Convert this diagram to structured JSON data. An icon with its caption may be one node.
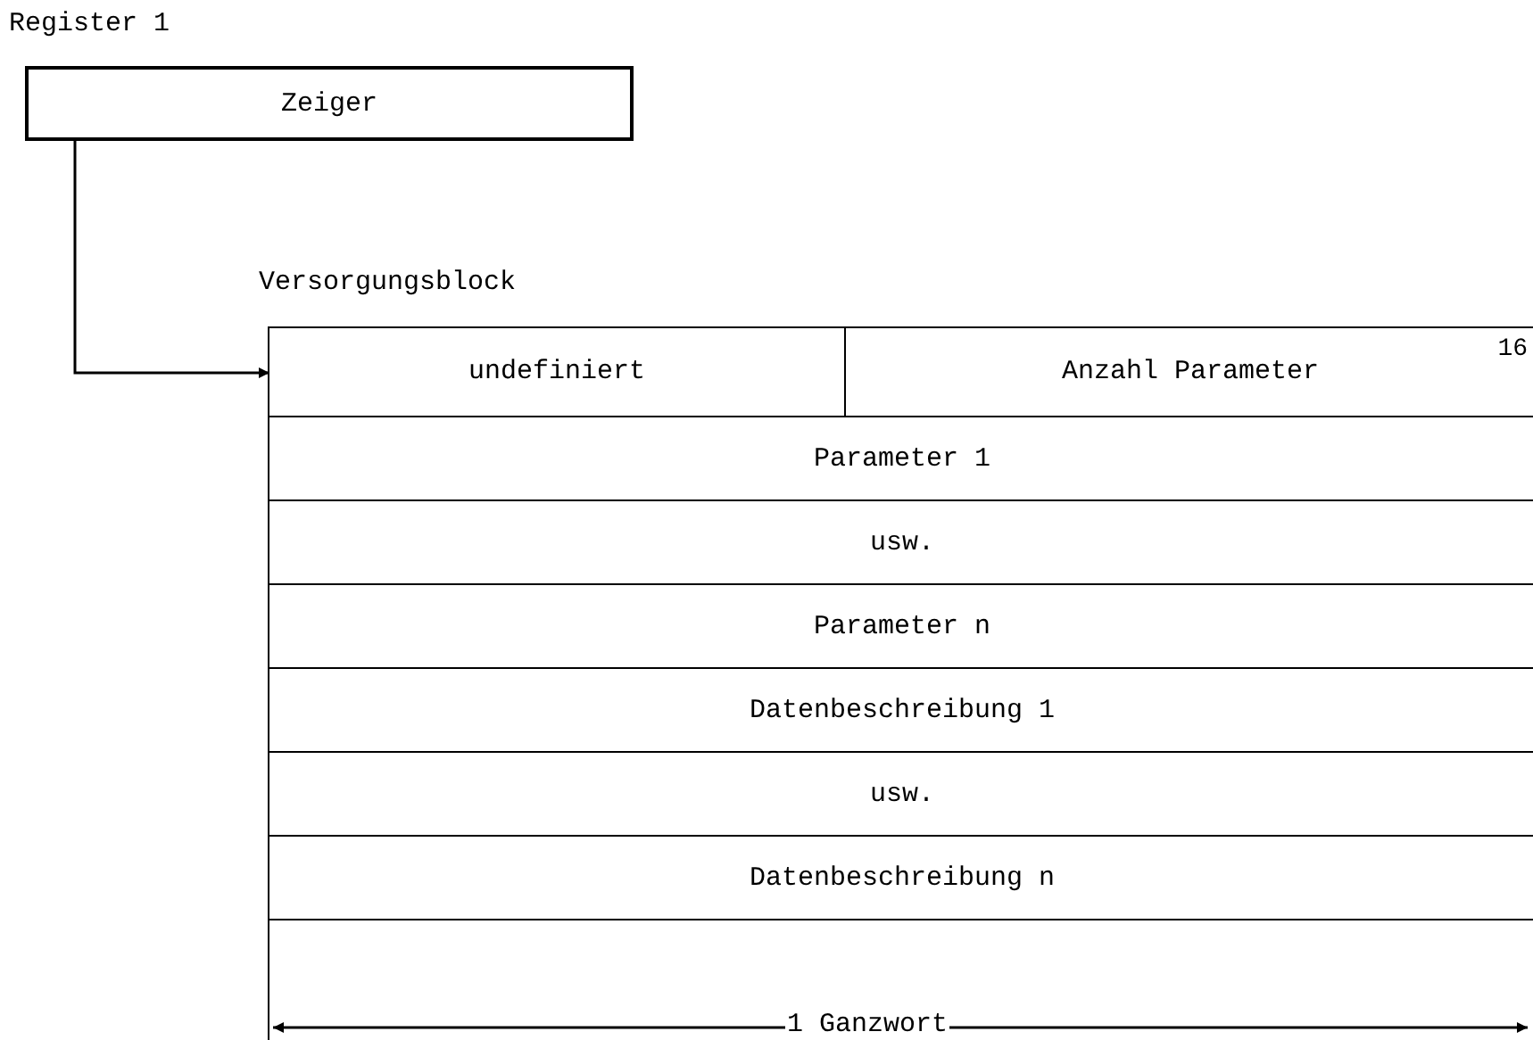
{
  "diagram": {
    "nodes": [
      {
        "text": [
          "Zeiger"
        ]
      },
      {
        "text": [],
        "shape": "box"
      },
      {
        "text": [
          "undefiniert"
        ],
        "in": 1
      },
      {
        "text": [
          "Anzahl Parameter",
          "16"
        ],
        "in": 1
      },
      {
        "text": [
          "Parameter 1"
        ],
        "in": 1
      },
      {
        "text": [
          "usw."
        ],
        "in": 1
      },
      {
        "text": [
          "Parameter n"
        ],
        "in": 1
      },
      {
        "text": [
          "Datenbeschreibung 1"
        ],
        "in": 1
      },
      {
        "text": [
          "usw."
        ],
        "in": 1
      },
      {
        "text": [
          "Datenbeschreibung n"
        ],
        "in": 1
      }
    ],
    "edges": [
      {
        "from": 0,
        "to": 2,
        "arrow": "to"
      }
    ],
    "labels": [
      "Register 1",
      "Versorgungsblock",
      "1 Ganzwort"
    ]
  }
}
